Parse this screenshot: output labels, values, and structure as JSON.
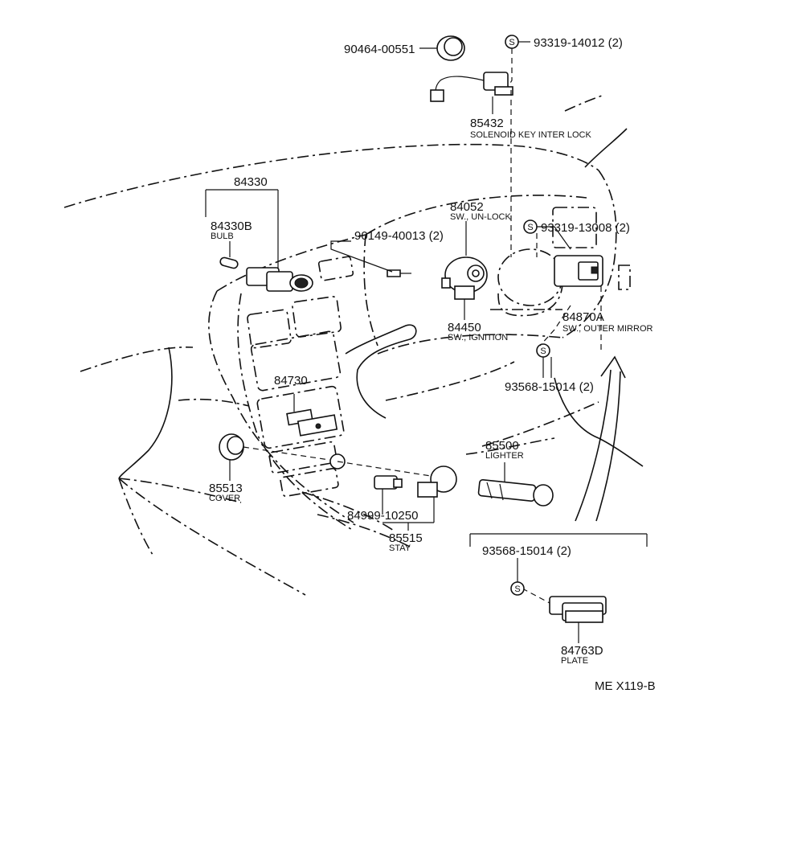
{
  "parts": {
    "p90464": {
      "num": "90464-00551"
    },
    "p93319_14012": {
      "num": "93319-14012 (2)"
    },
    "p85432": {
      "num": "85432",
      "name": "SOLENOID KEY INTER LOCK"
    },
    "p84330": {
      "num": "84330"
    },
    "p84330B": {
      "num": "84330B",
      "name": "BULB"
    },
    "p90149": {
      "num": "90149-40013 (2)"
    },
    "p84052": {
      "num": "84052",
      "name": "SW., UN-LOCK"
    },
    "p93319_13008": {
      "num": "93319-13008 (2)"
    },
    "p84870A": {
      "num": "84870A",
      "name": "SW., OUTER MIRROR"
    },
    "p84450": {
      "num": "84450",
      "name": "SW., IGNITION"
    },
    "p93568_a": {
      "num": "93568-15014 (2)"
    },
    "p84730": {
      "num": "84730"
    },
    "p85500": {
      "num": "85500",
      "name": "LIGHTER"
    },
    "p85513": {
      "num": "85513",
      "name": "COVER"
    },
    "p84999": {
      "num": "84999-10250"
    },
    "p85515": {
      "num": "85515",
      "name": "STAY"
    },
    "p93568_b": {
      "num": "93568-15014 (2)"
    },
    "p84763D": {
      "num": "84763D",
      "name": "PLATE"
    }
  },
  "screw_symbol": "S",
  "reference": "ME X119-B"
}
